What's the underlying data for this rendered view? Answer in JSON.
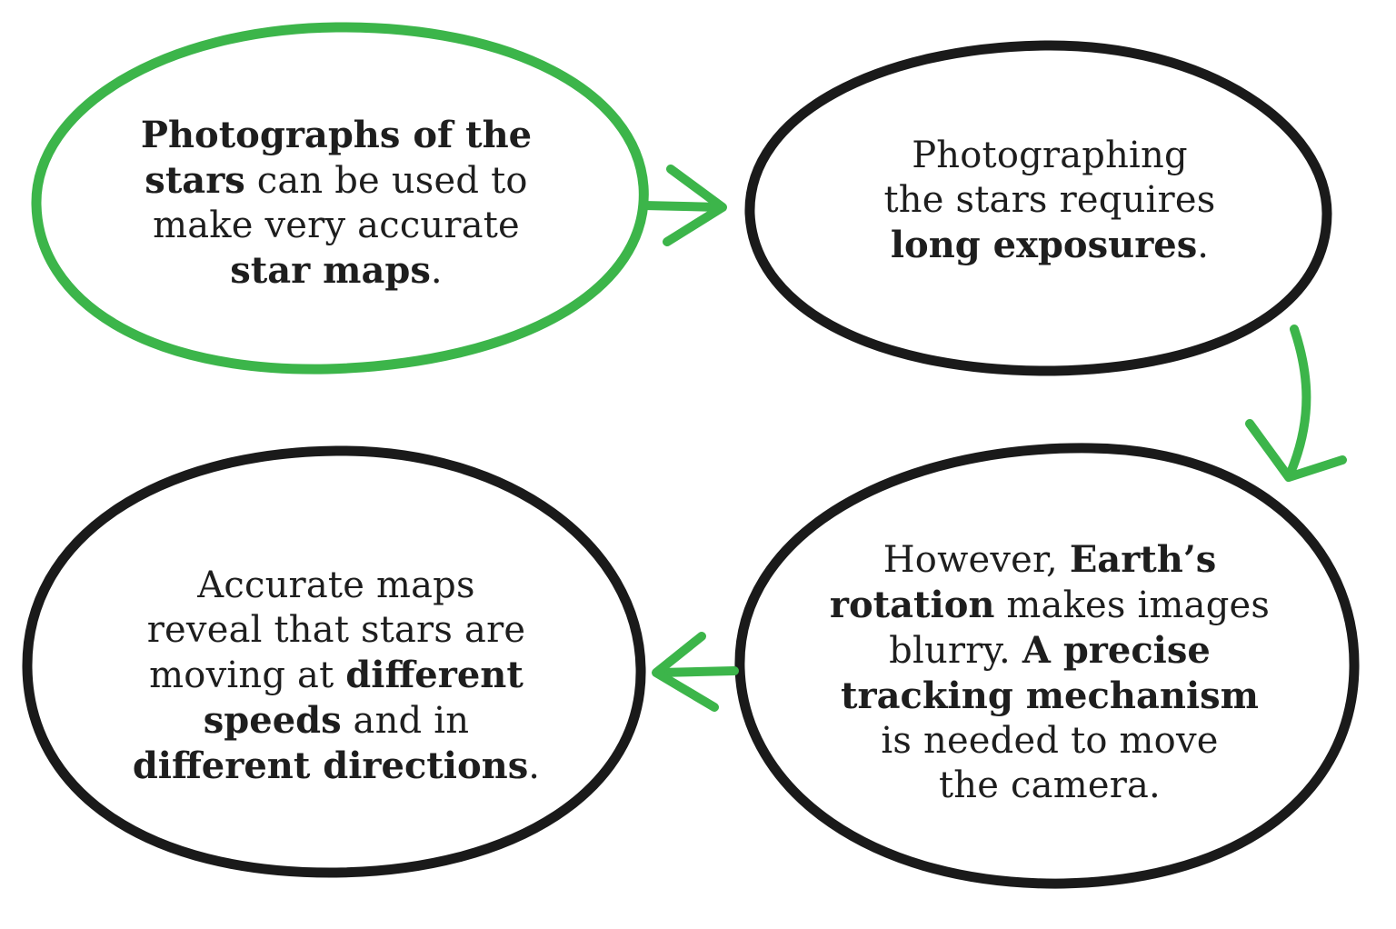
{
  "colors": {
    "green": "#3cb54a",
    "black": "#1a1a1a",
    "text": "#1e1e1e"
  },
  "bubbles": [
    {
      "outline": "green",
      "lines": [
        [
          {
            "t": "Photographs of the",
            "b": true
          }
        ],
        [
          {
            "t": "stars",
            "b": true
          },
          {
            "t": " can be used to",
            "b": false
          }
        ],
        [
          {
            "t": "make very accurate",
            "b": false
          }
        ],
        [
          {
            "t": "star maps",
            "b": true
          },
          {
            "t": ".",
            "b": false
          }
        ]
      ]
    },
    {
      "outline": "black",
      "lines": [
        [
          {
            "t": "Photographing",
            "b": false
          }
        ],
        [
          {
            "t": "the stars requires",
            "b": false
          }
        ],
        [
          {
            "t": "long exposures",
            "b": true
          },
          {
            "t": ".",
            "b": false
          }
        ]
      ]
    },
    {
      "outline": "black",
      "lines": [
        [
          {
            "t": "However, ",
            "b": false
          },
          {
            "t": "Earth’s",
            "b": true
          }
        ],
        [
          {
            "t": "rotation",
            "b": true
          },
          {
            "t": " makes images",
            "b": false
          }
        ],
        [
          {
            "t": "blurry. ",
            "b": false
          },
          {
            "t": "A precise",
            "b": true
          }
        ],
        [
          {
            "t": "tracking mechanism",
            "b": true
          }
        ],
        [
          {
            "t": "is needed to move",
            "b": false
          }
        ],
        [
          {
            "t": "the camera.",
            "b": false
          }
        ]
      ]
    },
    {
      "outline": "black",
      "lines": [
        [
          {
            "t": "Accurate maps",
            "b": false
          }
        ],
        [
          {
            "t": "reveal that stars are",
            "b": false
          }
        ],
        [
          {
            "t": "moving at ",
            "b": false
          },
          {
            "t": "different",
            "b": true
          }
        ],
        [
          {
            "t": "speeds",
            "b": true
          },
          {
            "t": " and in",
            "b": false
          }
        ],
        [
          {
            "t": "different directions",
            "b": true
          },
          {
            "t": ".",
            "b": false
          }
        ]
      ]
    }
  ],
  "arrows": [
    {
      "from": 1,
      "to": 2,
      "color": "green"
    },
    {
      "from": 2,
      "to": 3,
      "color": "green"
    },
    {
      "from": 3,
      "to": 4,
      "color": "green"
    }
  ]
}
